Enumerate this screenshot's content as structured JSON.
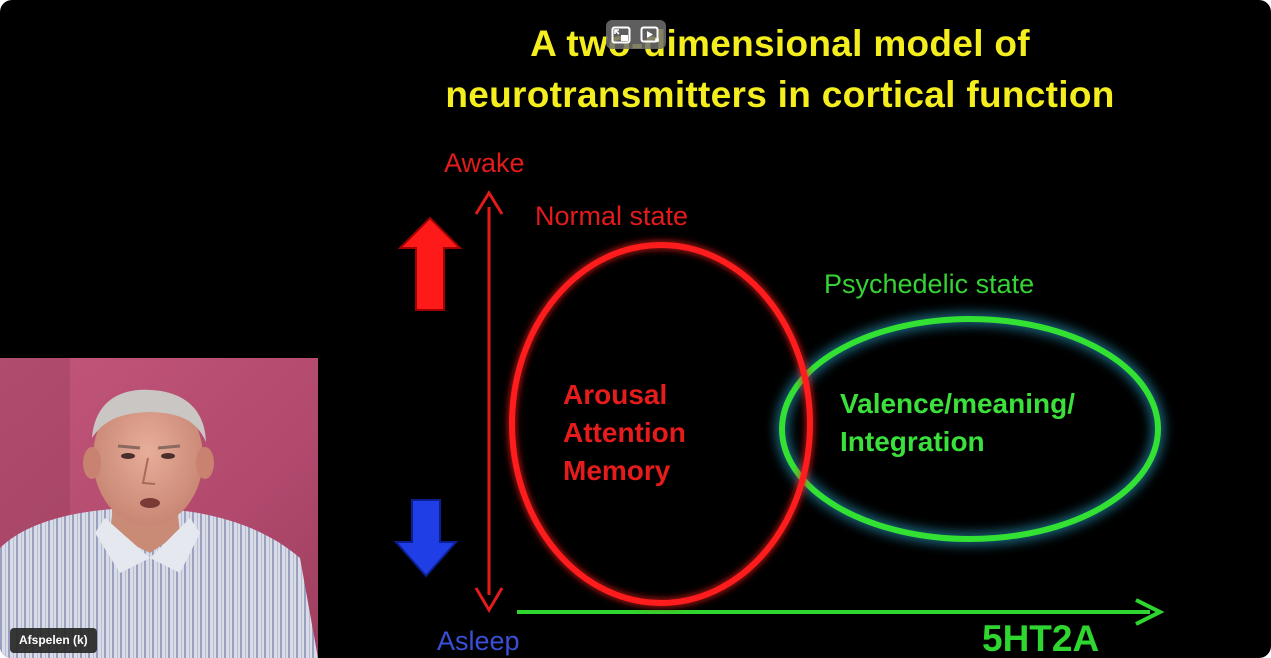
{
  "slide": {
    "title_line1": "A two-dimensional model of",
    "title_line2": "neurotransmitters in cortical function",
    "awake_label": "Awake",
    "asleep_label": "Asleep",
    "normal_state_label": "Normal state",
    "psychedelic_state_label": "Psychedelic state",
    "x_axis_label": "5HT2A",
    "normal_state_items": [
      "Arousal",
      "Attention",
      "Memory"
    ],
    "psychedelic_state_items": [
      "Valence/meaning/",
      "Integration"
    ]
  },
  "player": {
    "play_tooltip": "Afspelen (k)",
    "controls": {
      "miniplayer_icon": "miniplayer-icon",
      "autoplay_icon": "autoplay-icon"
    }
  },
  "colors": {
    "title": "#f4ee1e",
    "red": "#e31b1b",
    "green": "#35d335",
    "blue": "#2a46e0"
  }
}
